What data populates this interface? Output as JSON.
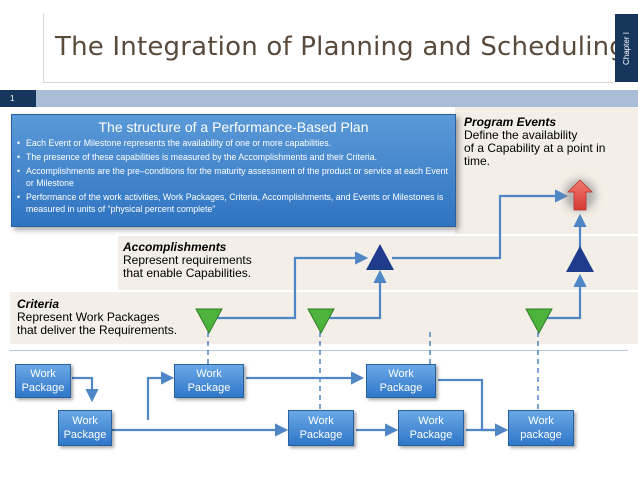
{
  "title": "The Integration of Planning and Scheduling",
  "chapter_tab": "Chapter I",
  "slide_number": "1",
  "plan_box": {
    "title": "The structure of a Performance-Based Plan",
    "bullets": [
      "Each Event or Milestone represents the availability of one or more capabilities.",
      "The presence of these capabilities is measured by the Accomplishments and their Criteria.",
      "Accomplishments are the pre–conditions for the maturity assessment of the product or service at each Event or Milestone",
      "Performance of the work activities, Work Packages, Criteria, Accomplishments, and Events or Milestones is measured in units of “physical percent complete”"
    ]
  },
  "program_events": {
    "title": "Program Events",
    "lines": [
      "Define the availability",
      "of a Capability at a point in",
      "time."
    ]
  },
  "accomplishments": {
    "title": "Accomplishments",
    "lines": [
      "Represent requirements",
      "that enable Capabilities."
    ]
  },
  "criteria": {
    "title": "Criteria",
    "lines": [
      "Represent Work Packages",
      "that deliver the Requirements."
    ]
  },
  "work_packages": [
    {
      "line1": "Work",
      "line2": "Package"
    },
    {
      "line1": "Work",
      "line2": "Package"
    },
    {
      "line1": "Work",
      "line2": "Package"
    },
    {
      "line1": "Work",
      "line2": "Package"
    },
    {
      "line1": "Work",
      "line2": "Package"
    },
    {
      "line1": "Work",
      "line2": "Package"
    },
    {
      "line1": "Work",
      "line2": "package"
    }
  ],
  "colors": {
    "navy": "#17365d",
    "band": "#f3eee7",
    "box_blue": "#2f77c9",
    "line_blue": "#4f86c6",
    "criteria_green": "#4db33d",
    "accomplishment_navy": "#1f3b8c",
    "event_red": "#e8524a"
  }
}
